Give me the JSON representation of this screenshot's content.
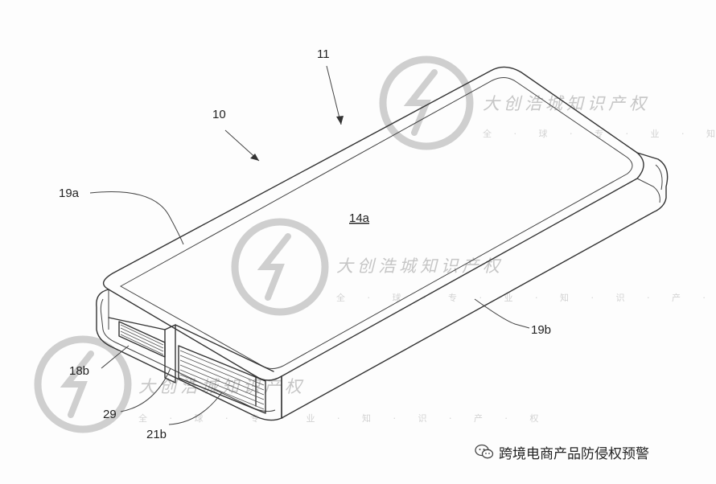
{
  "labels": {
    "l10": "10",
    "l11": "11",
    "l14a": "14a",
    "l19a": "19a",
    "l19b": "19b",
    "l18b": "18b",
    "l29": "29",
    "l21b": "21b"
  },
  "watermark": {
    "text": "大创浩城知识产权",
    "subtext": "全 · 球 · 专 · 业 · 知 · 识 · 产 · 权"
  },
  "footer": {
    "icon": "wechat-icon",
    "text": "跨境电商产品防侵权预警"
  }
}
